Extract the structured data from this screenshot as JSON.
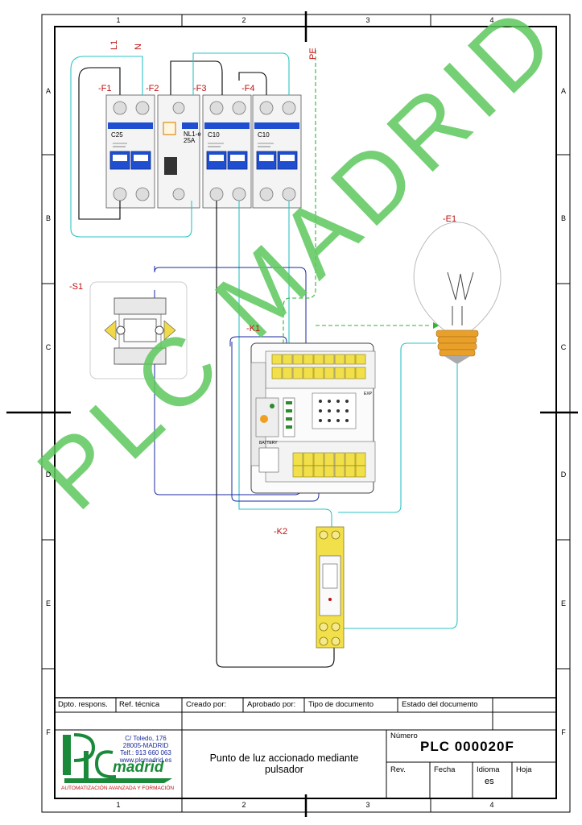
{
  "grid": {
    "columns": [
      "1",
      "2",
      "3",
      "4"
    ],
    "rows": [
      "A",
      "B",
      "C",
      "D",
      "E",
      "F"
    ]
  },
  "supply": {
    "l1": "L1",
    "n": "N",
    "pe": "PE"
  },
  "devices": {
    "f1": {
      "ref": "-F1",
      "rating": "C25"
    },
    "f2": {
      "ref": "-F2",
      "model": "NL1-e",
      "rating": "25A"
    },
    "f3": {
      "ref": "-F3",
      "rating": "C10"
    },
    "f4": {
      "ref": "-F4",
      "rating": "C10"
    },
    "s1": {
      "ref": "-S1"
    },
    "e1": {
      "ref": "-E1"
    },
    "k1": {
      "ref": "-K1",
      "battery_label": "BATTERY",
      "exp_label": "EXP"
    },
    "k2": {
      "ref": "-K2"
    }
  },
  "title_block": {
    "headers": {
      "dpto": "Dpto. respons.",
      "ref_tecnica": "Ref. técnica",
      "creado": "Creado por:",
      "aprobado": "Aprobado por:",
      "tipo": "Tipo de documento",
      "estado": "Estado del documento"
    },
    "company": {
      "brand": "madrid",
      "address_1": "C/ Toledo, 176",
      "address_2": "28005-MADRID",
      "phone": "Telf.: 913 660 063",
      "web": "www.plcmadrid.es",
      "tagline": "AUTOMATIZACIÓN AVANZADA Y FORMACIÓN"
    },
    "title_line_1": "Punto de luz accionado mediante",
    "title_line_2": "pulsador",
    "numero_label": "Número",
    "numero_value": "PLC 000020F",
    "rev_label": "Rev.",
    "fecha_label": "Fecha",
    "idioma_label": "Idioma",
    "idioma_value": "es",
    "hoja_label": "Hoja"
  },
  "watermark": "PLC MADRID",
  "colors": {
    "wire_black": "#000000",
    "wire_cyan": "#2ec4c4",
    "wire_blue": "#1a2aa0",
    "wire_pe": "#2fb52f",
    "ref_red": "#c01010",
    "breaker_blue": "#1f4fd0",
    "terminal_yellow": "#f2e04a",
    "watermark_green": "#5ec85e"
  }
}
